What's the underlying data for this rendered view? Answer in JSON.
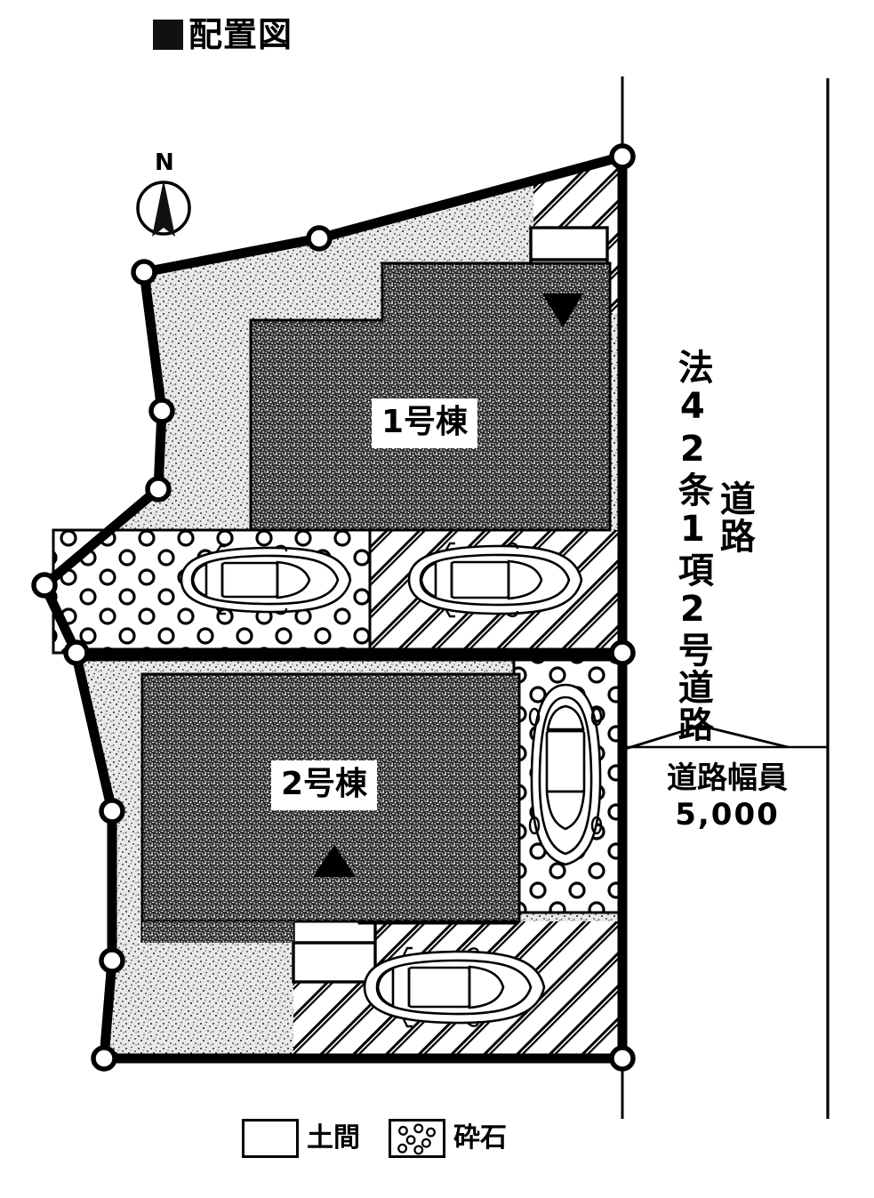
{
  "title": {
    "marker": "square-bullet",
    "text": "配置図"
  },
  "compass": {
    "label": "N",
    "icon": "north-arrow-icon"
  },
  "buildings": [
    {
      "id": "building-1",
      "label": "1号棟"
    },
    {
      "id": "building-2",
      "label": "2号棟"
    }
  ],
  "annotations": {
    "road_classification": "法42条1項2号道路",
    "road_word": "道路",
    "road_width_label": "道路幅員",
    "road_width_value": "5,000"
  },
  "legend": [
    {
      "id": "legend-doma",
      "pattern": "diagonal-hatch",
      "label": "土間"
    },
    {
      "id": "legend-saiseki",
      "pattern": "dotted-circles",
      "label": "砕石"
    }
  ],
  "markers": {
    "entrance_down": "triangle-down-icon",
    "entrance_up": "triangle-up-icon"
  },
  "colors": {
    "ink": "#000000",
    "paper": "#ffffff",
    "land_fill": "#d9d9d9",
    "building_fill": "#3a3a3a"
  },
  "parking": [
    {
      "id": "car-1",
      "orientation": "horizontal",
      "surface": "砕石"
    },
    {
      "id": "car-2",
      "orientation": "horizontal",
      "surface": "土間"
    },
    {
      "id": "car-3",
      "orientation": "vertical",
      "surface": "砕石"
    },
    {
      "id": "car-4",
      "orientation": "horizontal",
      "surface": "土間"
    }
  ],
  "boundary_vertices": 14
}
